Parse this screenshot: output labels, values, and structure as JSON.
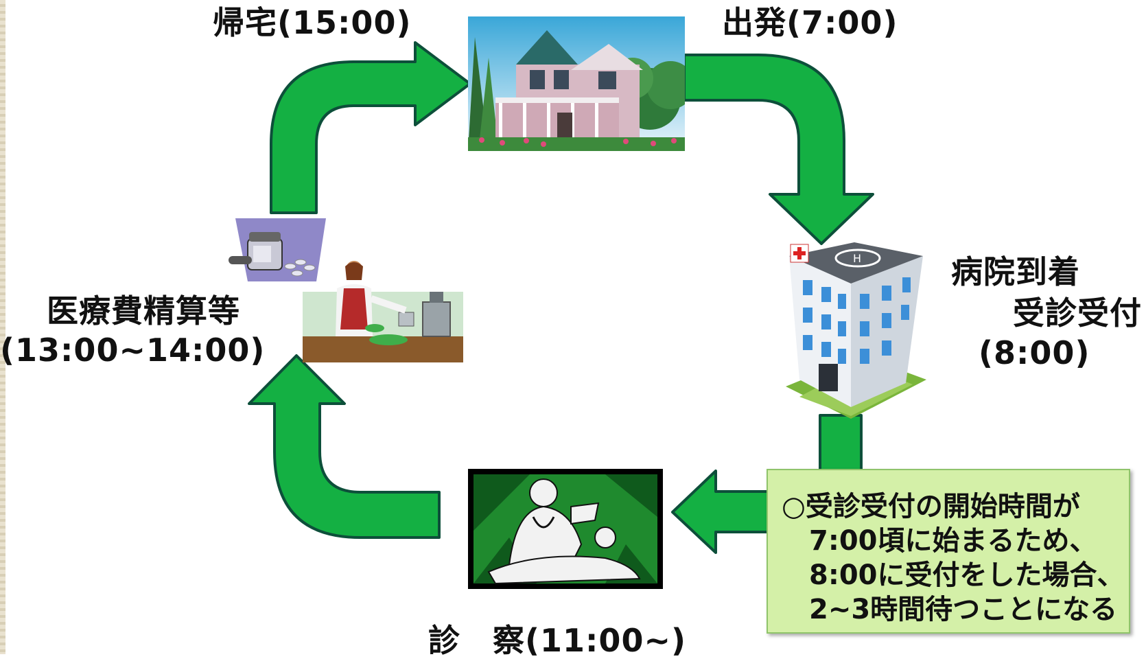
{
  "labels": {
    "return_home": "帰宅(15:00)",
    "departure": "出発(7:00)",
    "arrival_line1": "病院到着",
    "arrival_line2": "受診受付",
    "arrival_time": "(8:00)",
    "payment_line1": "医療費精算等",
    "payment_line2": "(13:00~14:00)",
    "exam": "診　察(11:00~)"
  },
  "note": {
    "lines": [
      "○受診受付の開始時間が",
      "　7:00頃に始まるため、",
      "　8:00に受付をした場合、",
      "　2~3時間待つことになる"
    ]
  },
  "colors": {
    "arrow_fill": "#14b043",
    "arrow_outline": "#0d4f3a",
    "note_bg": "#d4f0a8"
  },
  "icons": [
    "house-illustration",
    "hospital-building-illustration",
    "doctor-examination-illustration",
    "pharmacy-cashier-illustration",
    "medicine-bottle-illustration"
  ]
}
